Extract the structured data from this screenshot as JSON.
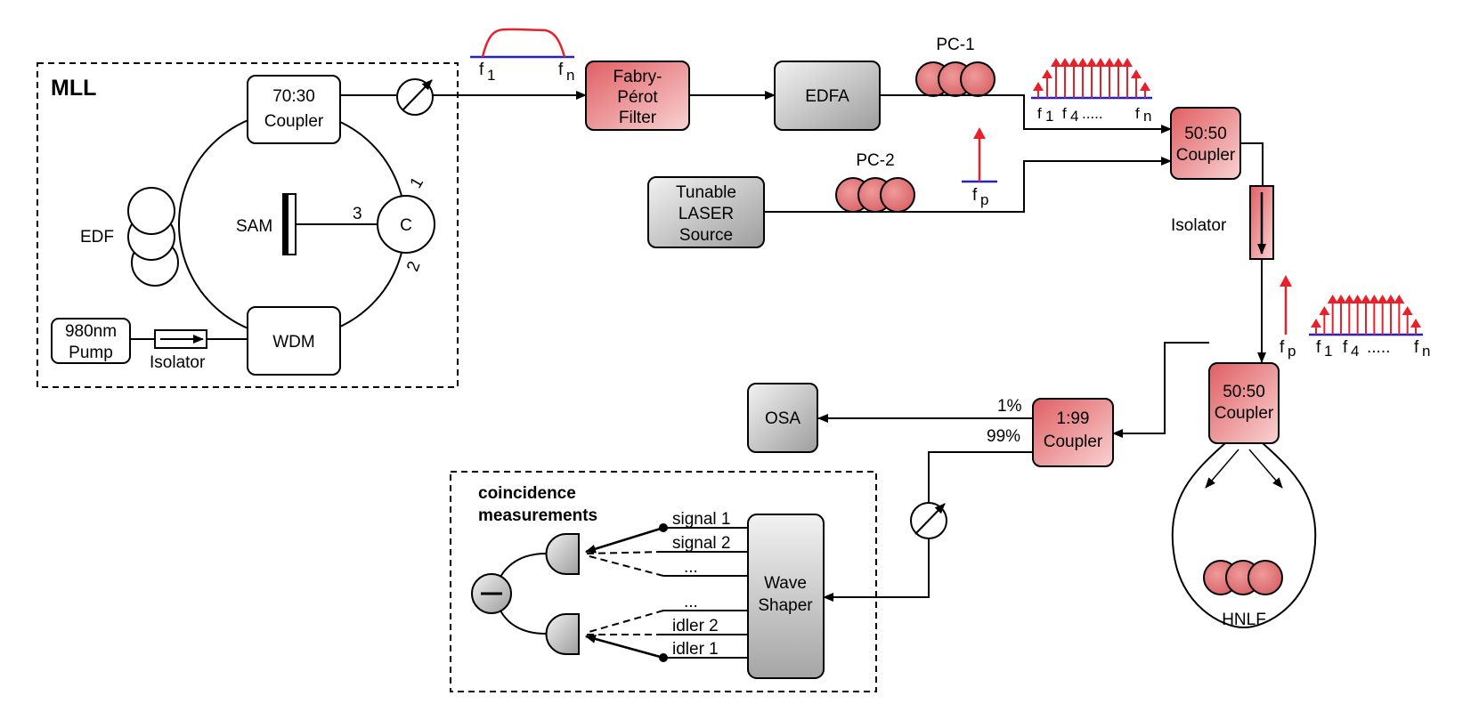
{
  "mll": {
    "title": "MLL",
    "coupler_line1": "70:30",
    "coupler_line2": "Coupler",
    "edf": "EDF",
    "sam": "SAM",
    "circulator": "C",
    "port1": "1",
    "port2": "2",
    "port3": "3",
    "wdm": "WDM",
    "pump_line1": "980nm",
    "pump_line2": "Pump",
    "isolator": "Isolator"
  },
  "filter": {
    "line1": "Fabry-",
    "line2": "Pérot",
    "line3": "Filter"
  },
  "edfa": "EDFA",
  "pc1": "PC-1",
  "pc2": "PC-2",
  "laser": {
    "line1": "Tunable",
    "line2": "LASER",
    "line3": "Source"
  },
  "coupler_top": {
    "line1": "50:50",
    "line2": "Coupler"
  },
  "isolator_right": "Isolator",
  "coupler_hnlf": {
    "line1": "50:50",
    "line2": "Coupler"
  },
  "hnlf": "HNLF",
  "coupler_199": {
    "line1": "1:99",
    "line2": "Coupler"
  },
  "pct_1": "1%",
  "pct_99": "99%",
  "osa": "OSA",
  "waveshaper": {
    "line1": "Wave",
    "line2": "Shaper"
  },
  "coincidence": {
    "line1": "coincidence",
    "line2": "measurements"
  },
  "channels": {
    "signal1": "signal 1",
    "signal2": "signal 2",
    "dots_top": "...",
    "dots_bottom": "...",
    "idler2": "idler 2",
    "idler1": "idler 1"
  },
  "spectra": {
    "f": "f",
    "sub1": "1",
    "sub4": "4",
    "subn": "n",
    "subp": "p",
    "dots": ".....",
    "pump_color": "#e8202a",
    "baseline_color": "#2222cc"
  },
  "colors": {
    "red_box": "#e46b6b",
    "red_box_light": "#f8c9c9",
    "gray_box": "#9a9a9a",
    "gray_box_light": "#ececec"
  }
}
